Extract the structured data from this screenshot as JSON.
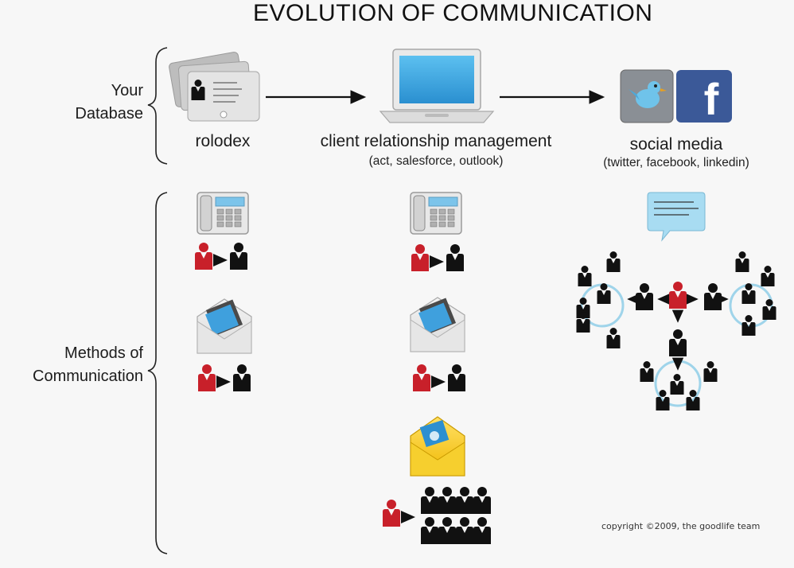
{
  "title": "EVOLUTION OF COMMUNICATION",
  "rows": {
    "database": {
      "label": "Your Database",
      "label_lines": [
        "Your",
        "Database"
      ]
    },
    "methods": {
      "label": "Methods of Communication",
      "label_lines": [
        "Methods of",
        "Communication"
      ]
    }
  },
  "stages": [
    {
      "name": "rolodex",
      "subtitle": "",
      "icon": "rolodex-icon"
    },
    {
      "name": "client relationship management",
      "subtitle": "(act, salesforce, outlook)",
      "icon": "laptop-icon"
    },
    {
      "name": "social media",
      "subtitle": "(twitter, facebook, linkedin)",
      "icons": [
        "twitter-icon",
        "facebook-icon"
      ]
    }
  ],
  "methods": {
    "rolodex": [
      "phone-icon",
      "envelope-icon"
    ],
    "crm": [
      "phone-icon",
      "envelope-icon",
      "email-icon"
    ],
    "social": [
      "speech-bubble-icon",
      "network-icon"
    ]
  },
  "footer": {
    "copyright": "copyright ©2009, the goodlife team"
  },
  "colors": {
    "sender": "#c8202a",
    "receiver": "#111111",
    "screen": "#3fa7e0",
    "facebook": "#3b5998",
    "email_gold": "#f2c200"
  }
}
